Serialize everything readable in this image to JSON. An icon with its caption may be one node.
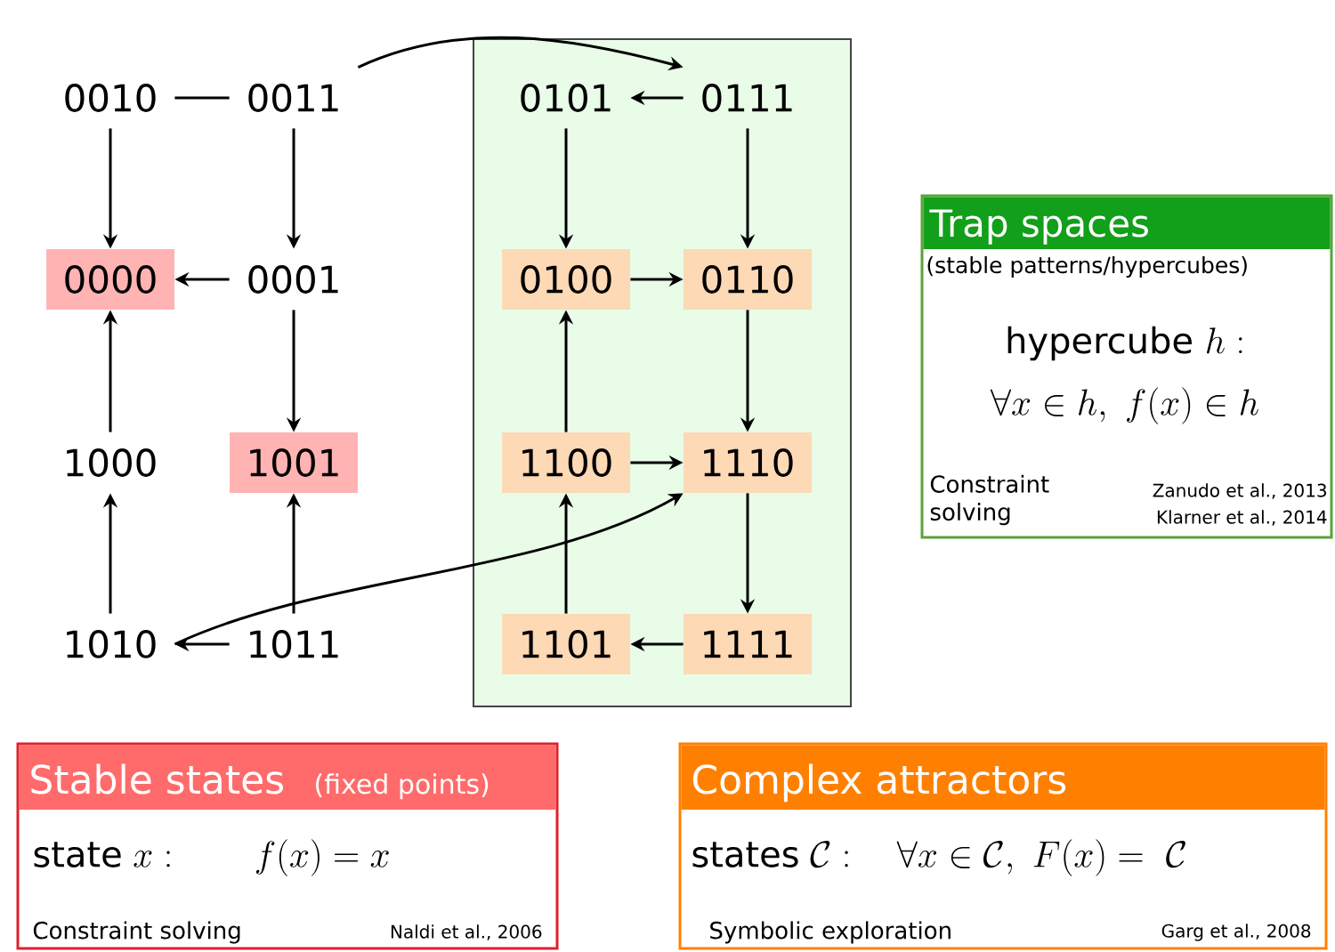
{
  "diagram": {
    "nodes": [
      {
        "text": [],
        "shape": "box"
      },
      {
        "text": [
          "0010"
        ]
      },
      {
        "text": [
          "0011"
        ]
      },
      {
        "text": [
          "0101"
        ],
        "in": 0
      },
      {
        "text": [
          "0111"
        ],
        "in": 0
      },
      {
        "text": [
          "0000"
        ]
      },
      {
        "text": [
          "0001"
        ]
      },
      {
        "text": [
          "0100"
        ],
        "in": 0
      },
      {
        "text": [
          "0110"
        ],
        "in": 0
      },
      {
        "text": [
          "1000"
        ]
      },
      {
        "text": [
          "1001"
        ]
      },
      {
        "text": [
          "1100"
        ],
        "in": 0
      },
      {
        "text": [
          "1110"
        ],
        "in": 0
      },
      {
        "text": [
          "1010"
        ]
      },
      {
        "text": [
          "1011"
        ]
      },
      {
        "text": [
          "1101"
        ],
        "in": 0
      },
      {
        "text": [
          "1111"
        ],
        "in": 0
      },
      {
        "text": [
          "Trap spaces",
          "(stable patterns/hypercubes)",
          "\\mbox{hypercube}\\ h:",
          "\\forall x \\in h,\\ f(x) \\in h",
          "Constraint solving",
          "Zanudo et al., 2013",
          "Klarner et al., 2014"
        ]
      },
      {
        "text": [
          "Stable states",
          "(fixed points)",
          "\\mbox{state}\\;x :\\qquad f(x) = x",
          "Constraint solving",
          "Naldi et al., 2006"
        ]
      },
      {
        "text": [
          "Complex attractors",
          "\\mbox{states}\\;\\mathcal{C} :\\quad \\forall x \\in \\mathcal{C},\\ F(x) =\\ \\mathcal{C}",
          "Symbolic exploration",
          "Garg et al., 2008"
        ]
      }
    ],
    "edges": [
      {
        "from": 1,
        "to": 2,
        "arrow": "none"
      },
      {
        "from": 1,
        "to": 5,
        "arrow": "to"
      },
      {
        "from": 2,
        "to": 6,
        "arrow": "to"
      },
      {
        "from": 2,
        "to": 4,
        "arrow": "to"
      },
      {
        "from": 4,
        "to": 3,
        "arrow": "to"
      },
      {
        "from": 3,
        "to": 7,
        "arrow": "to"
      },
      {
        "from": 4,
        "to": 8,
        "arrow": "to"
      },
      {
        "from": 6,
        "to": 5,
        "arrow": "to"
      },
      {
        "from": 6,
        "to": 10,
        "arrow": "to"
      },
      {
        "from": 7,
        "to": 8,
        "arrow": "to"
      },
      {
        "from": 9,
        "to": 5,
        "arrow": "to"
      },
      {
        "from": 11,
        "to": 7,
        "arrow": "to"
      },
      {
        "from": 8,
        "to": 12,
        "arrow": "to"
      },
      {
        "from": 11,
        "to": 12,
        "arrow": "to"
      },
      {
        "from": 13,
        "to": 9,
        "arrow": "to"
      },
      {
        "from": 14,
        "to": 10,
        "arrow": "to"
      },
      {
        "from": 13,
        "to": 12,
        "arrow": "to"
      },
      {
        "from": 15,
        "to": 11,
        "arrow": "to"
      },
      {
        "from": 12,
        "to": 16,
        "arrow": "to"
      },
      {
        "from": 14,
        "to": 13,
        "arrow": "to"
      },
      {
        "from": 16,
        "to": 15,
        "arrow": "to"
      }
    ]
  }
}
